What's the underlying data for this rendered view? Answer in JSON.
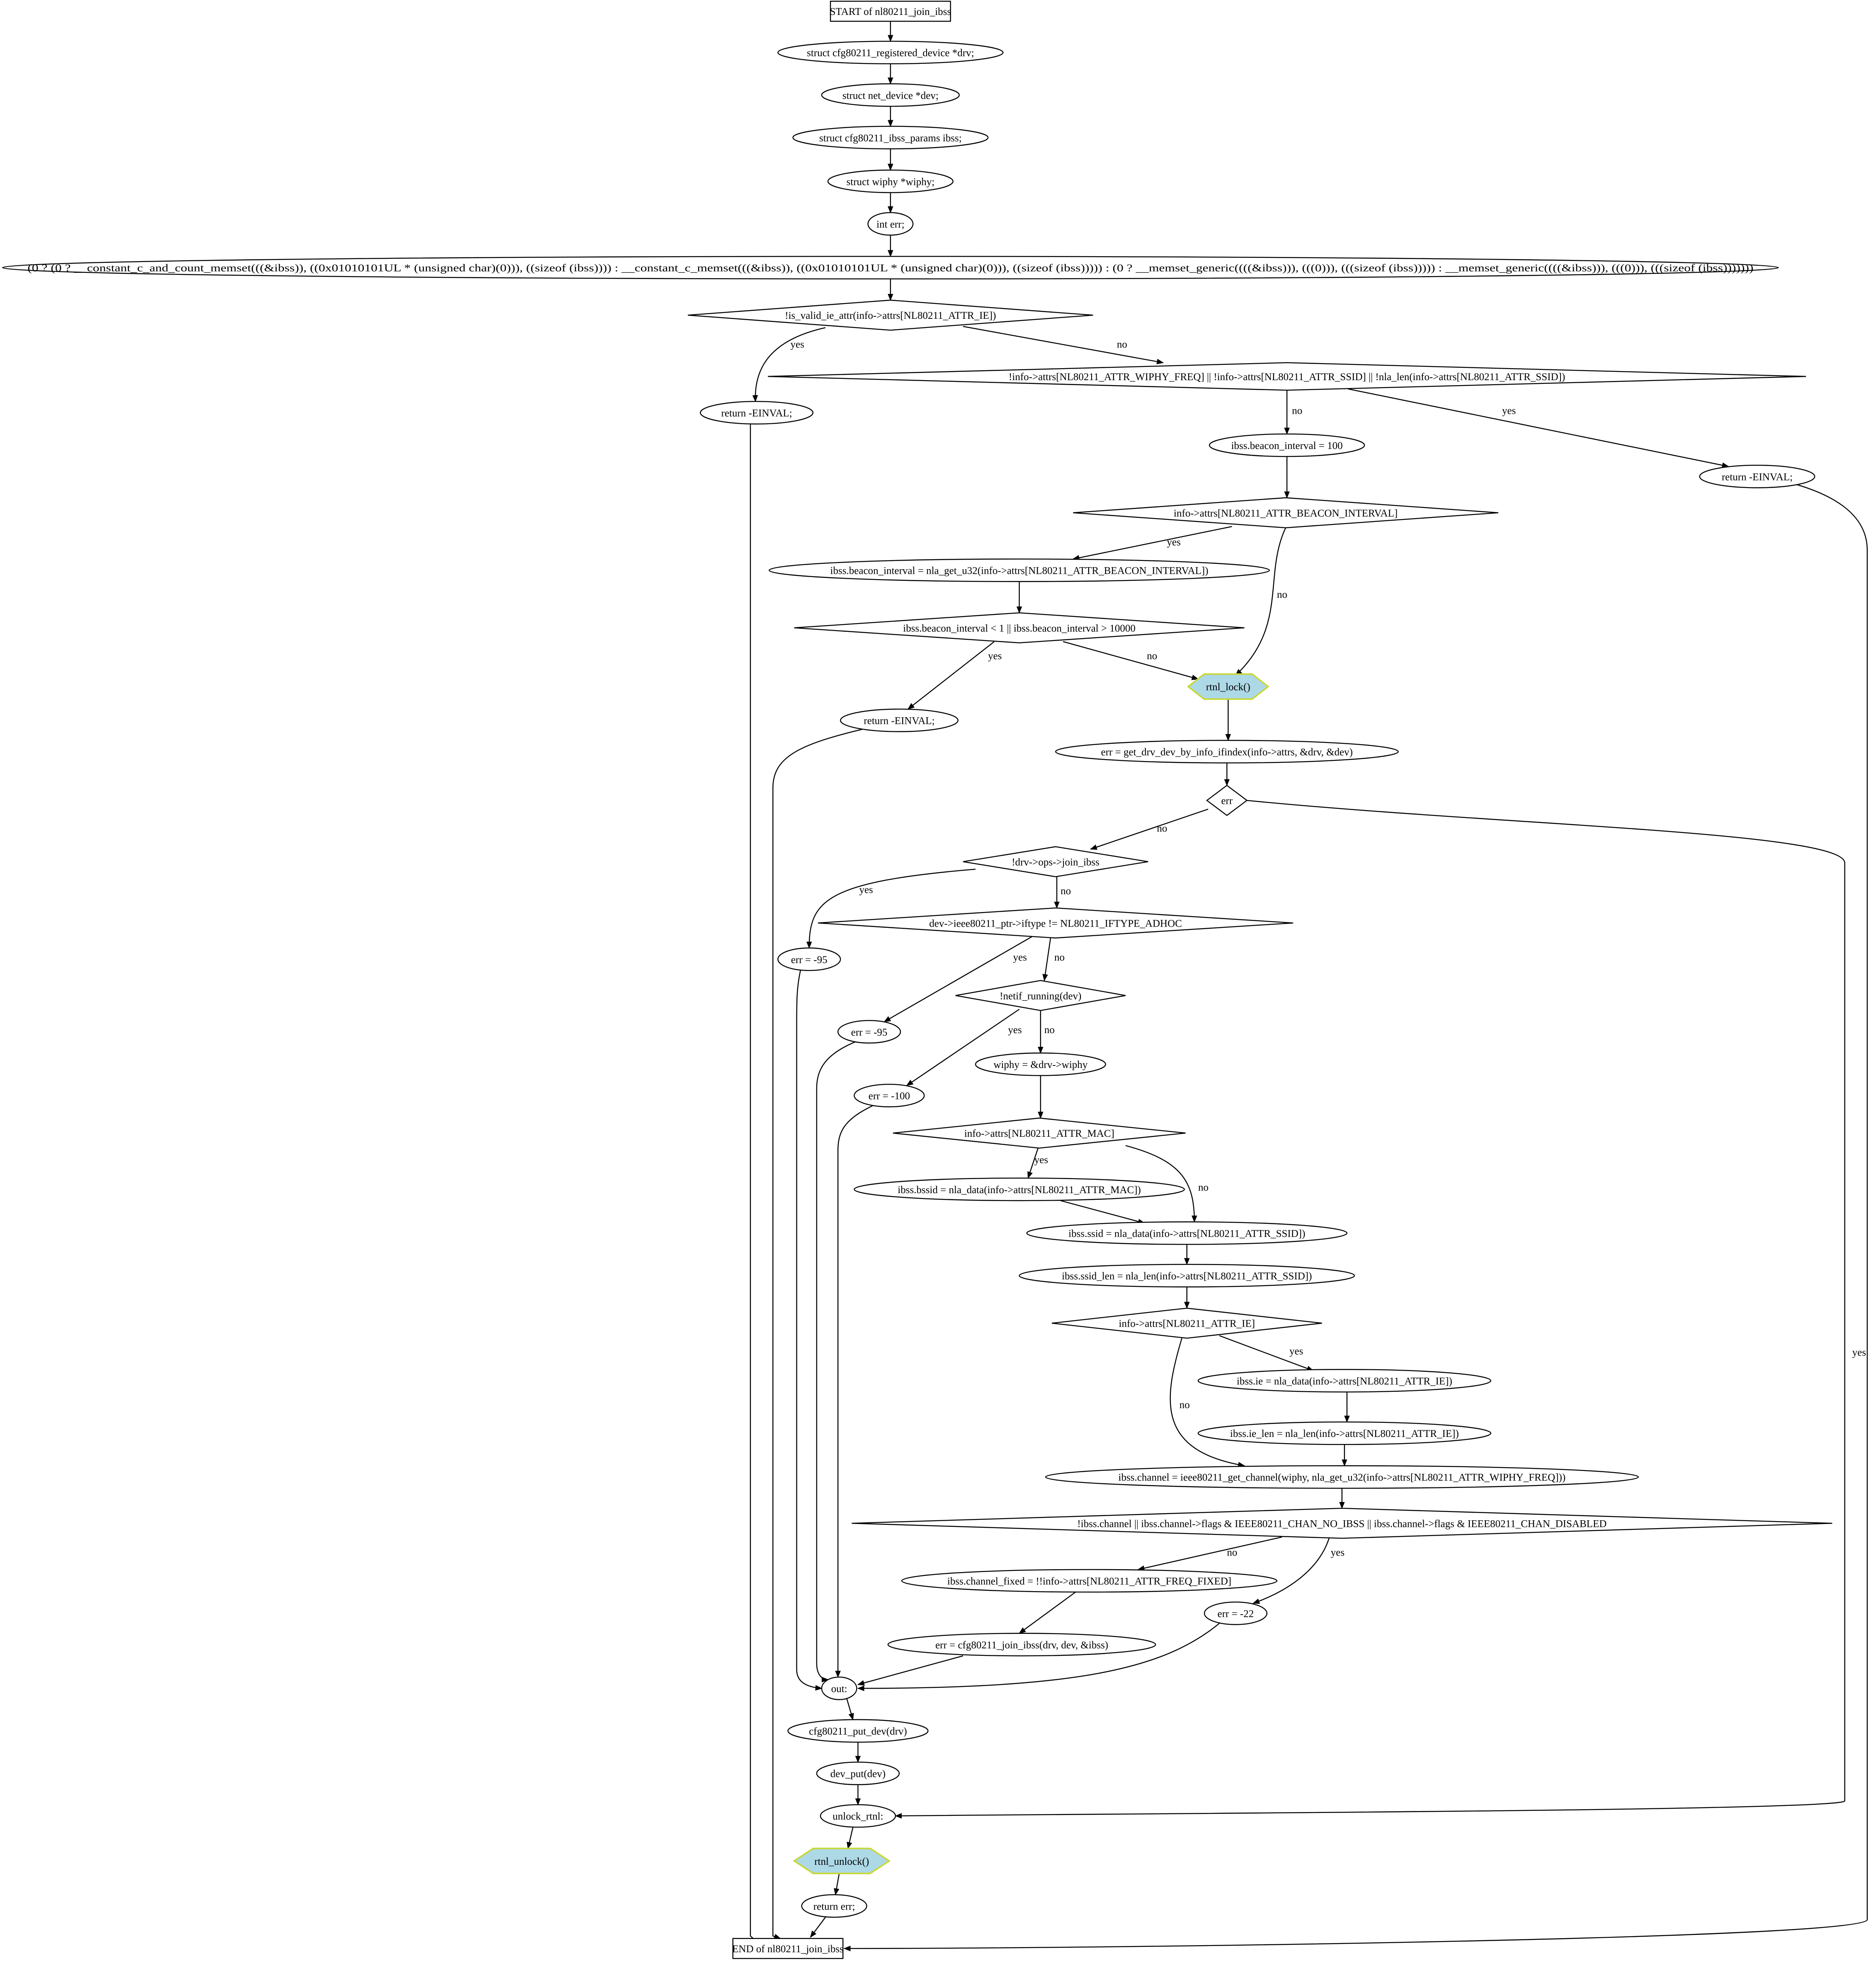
{
  "title": "nl80211_join_ibss control flow graph",
  "colors": {
    "stroke": "#000000",
    "hex_fill": "#add8e6",
    "hex_stroke": "#c8d832",
    "background": "#ffffff"
  },
  "nodes": [
    {
      "id": "start",
      "shape": "box",
      "text": "START of nl80211_join_ibss"
    },
    {
      "id": "n_drv",
      "shape": "ellipse",
      "text": "struct cfg80211_registered_device *drv;"
    },
    {
      "id": "n_dev",
      "shape": "ellipse",
      "text": "struct net_device *dev;"
    },
    {
      "id": "n_ibss",
      "shape": "ellipse",
      "text": "struct cfg80211_ibss_params ibss;"
    },
    {
      "id": "n_wiphy",
      "shape": "ellipse",
      "text": "struct wiphy *wiphy;"
    },
    {
      "id": "n_err",
      "shape": "ellipse",
      "text": "int err;"
    },
    {
      "id": "n_memset",
      "shape": "ellipse",
      "text": "(0 ? (0 ? __constant_c_and_count_memset(((&ibss)), ((0x01010101UL * (unsigned char)(0))), ((sizeof (ibss)))) : __constant_c_memset(((&ibss)), ((0x01010101UL * (unsigned char)(0))), ((sizeof (ibss))))) : (0 ? __memset_generic((((&ibss))), (((0))), (((sizeof (ibss))))) : __memset_generic((((&ibss))), (((0))), (((sizeof (ibss)))))))"
    },
    {
      "id": "d_valid_ie",
      "shape": "diamond",
      "text": "!is_valid_ie_attr(info->attrs[NL80211_ATTR_IE])"
    },
    {
      "id": "ret1",
      "shape": "ellipse",
      "text": "return -EINVAL;"
    },
    {
      "id": "d_freq_ssid",
      "shape": "diamond",
      "text": "!info->attrs[NL80211_ATTR_WIPHY_FREQ] || !info->attrs[NL80211_ATTR_SSID] || !nla_len(info->attrs[NL80211_ATTR_SSID])"
    },
    {
      "id": "n_bi100",
      "shape": "ellipse",
      "text": "ibss.beacon_interval = 100"
    },
    {
      "id": "ret2",
      "shape": "ellipse",
      "text": "return -EINVAL;"
    },
    {
      "id": "d_bi_attr",
      "shape": "diamond",
      "text": "info->attrs[NL80211_ATTR_BEACON_INTERVAL]"
    },
    {
      "id": "n_bi_get",
      "shape": "ellipse",
      "text": "ibss.beacon_interval = nla_get_u32(info->attrs[NL80211_ATTR_BEACON_INTERVAL])"
    },
    {
      "id": "d_bi_range",
      "shape": "diamond",
      "text": "ibss.beacon_interval < 1 || ibss.beacon_interval > 10000"
    },
    {
      "id": "ret3",
      "shape": "ellipse",
      "text": "return -EINVAL;"
    },
    {
      "id": "rtnl_lock",
      "shape": "hexagon",
      "text": "rtnl_lock()"
    },
    {
      "id": "n_getdrv",
      "shape": "ellipse",
      "text": "err = get_drv_dev_by_info_ifindex(info->attrs, &drv, &dev)"
    },
    {
      "id": "d_err",
      "shape": "diamond",
      "text": "err"
    },
    {
      "id": "d_join",
      "shape": "diamond",
      "text": "!drv->ops->join_ibss"
    },
    {
      "id": "e95a",
      "shape": "ellipse",
      "text": "err = -95"
    },
    {
      "id": "d_iftype",
      "shape": "diamond",
      "text": "dev->ieee80211_ptr->iftype != NL80211_IFTYPE_ADHOC"
    },
    {
      "id": "e95b",
      "shape": "ellipse",
      "text": "err = -95"
    },
    {
      "id": "d_running",
      "shape": "diamond",
      "text": "!netif_running(dev)"
    },
    {
      "id": "e100",
      "shape": "ellipse",
      "text": "err = -100"
    },
    {
      "id": "n_wiphy_set",
      "shape": "ellipse",
      "text": "wiphy = &drv->wiphy"
    },
    {
      "id": "d_mac",
      "shape": "diamond",
      "text": "info->attrs[NL80211_ATTR_MAC]"
    },
    {
      "id": "n_bssid",
      "shape": "ellipse",
      "text": "ibss.bssid = nla_data(info->attrs[NL80211_ATTR_MAC])"
    },
    {
      "id": "n_ssid",
      "shape": "ellipse",
      "text": "ibss.ssid = nla_data(info->attrs[NL80211_ATTR_SSID])"
    },
    {
      "id": "n_ssidlen",
      "shape": "ellipse",
      "text": "ibss.ssid_len = nla_len(info->attrs[NL80211_ATTR_SSID])"
    },
    {
      "id": "d_ie",
      "shape": "diamond",
      "text": "info->attrs[NL80211_ATTR_IE]"
    },
    {
      "id": "n_ie",
      "shape": "ellipse",
      "text": "ibss.ie = nla_data(info->attrs[NL80211_ATTR_IE])"
    },
    {
      "id": "n_ielen",
      "shape": "ellipse",
      "text": "ibss.ie_len = nla_len(info->attrs[NL80211_ATTR_IE])"
    },
    {
      "id": "n_channel",
      "shape": "ellipse",
      "text": "ibss.channel = ieee80211_get_channel(wiphy, nla_get_u32(info->attrs[NL80211_ATTR_WIPHY_FREQ]))"
    },
    {
      "id": "d_channel",
      "shape": "diamond",
      "text": "!ibss.channel || ibss.channel->flags & IEEE80211_CHAN_NO_IBSS || ibss.channel->flags & IEEE80211_CHAN_DISABLED"
    },
    {
      "id": "n_fixed",
      "shape": "ellipse",
      "text": "ibss.channel_fixed = !!info->attrs[NL80211_ATTR_FREQ_FIXED]"
    },
    {
      "id": "e22",
      "shape": "ellipse",
      "text": "err = -22"
    },
    {
      "id": "n_join",
      "shape": "ellipse",
      "text": "err = cfg80211_join_ibss(drv, dev, &ibss)"
    },
    {
      "id": "out",
      "shape": "ellipse",
      "text": "out:"
    },
    {
      "id": "n_putdev",
      "shape": "ellipse",
      "text": "cfg80211_put_dev(drv)"
    },
    {
      "id": "n_devput",
      "shape": "ellipse",
      "text": "dev_put(dev)"
    },
    {
      "id": "unlock",
      "shape": "ellipse",
      "text": "unlock_rtnl:"
    },
    {
      "id": "rtnl_unlock",
      "shape": "hexagon",
      "text": "rtnl_unlock()"
    },
    {
      "id": "ret_err",
      "shape": "ellipse",
      "text": "return err;"
    },
    {
      "id": "end",
      "shape": "box",
      "text": "END of nl80211_join_ibss"
    }
  ],
  "edges": [
    {
      "from": "start",
      "to": "n_drv",
      "label": ""
    },
    {
      "from": "n_drv",
      "to": "n_dev",
      "label": ""
    },
    {
      "from": "n_dev",
      "to": "n_ibss",
      "label": ""
    },
    {
      "from": "n_ibss",
      "to": "n_wiphy",
      "label": ""
    },
    {
      "from": "n_wiphy",
      "to": "n_err",
      "label": ""
    },
    {
      "from": "n_err",
      "to": "n_memset",
      "label": ""
    },
    {
      "from": "n_memset",
      "to": "d_valid_ie",
      "label": ""
    },
    {
      "from": "d_valid_ie",
      "to": "ret1",
      "label": "yes"
    },
    {
      "from": "d_valid_ie",
      "to": "d_freq_ssid",
      "label": "no"
    },
    {
      "from": "d_freq_ssid",
      "to": "n_bi100",
      "label": "no"
    },
    {
      "from": "d_freq_ssid",
      "to": "ret2",
      "label": "yes"
    },
    {
      "from": "n_bi100",
      "to": "d_bi_attr",
      "label": ""
    },
    {
      "from": "d_bi_attr",
      "to": "n_bi_get",
      "label": "yes"
    },
    {
      "from": "d_bi_attr",
      "to": "rtnl_lock",
      "label": "no"
    },
    {
      "from": "n_bi_get",
      "to": "d_bi_range",
      "label": ""
    },
    {
      "from": "d_bi_range",
      "to": "ret3",
      "label": "yes"
    },
    {
      "from": "d_bi_range",
      "to": "rtnl_lock",
      "label": "no"
    },
    {
      "from": "ret1",
      "to": "end",
      "label": ""
    },
    {
      "from": "ret2",
      "to": "end",
      "label": ""
    },
    {
      "from": "ret3",
      "to": "end",
      "label": ""
    },
    {
      "from": "rtnl_lock",
      "to": "n_getdrv",
      "label": ""
    },
    {
      "from": "n_getdrv",
      "to": "d_err",
      "label": ""
    },
    {
      "from": "d_err",
      "to": "d_join",
      "label": "no"
    },
    {
      "from": "d_err",
      "to": "unlock",
      "label": "yes"
    },
    {
      "from": "d_join",
      "to": "e95a",
      "label": "yes"
    },
    {
      "from": "d_join",
      "to": "d_iftype",
      "label": "no"
    },
    {
      "from": "e95a",
      "to": "out",
      "label": ""
    },
    {
      "from": "d_iftype",
      "to": "e95b",
      "label": "yes"
    },
    {
      "from": "d_iftype",
      "to": "d_running",
      "label": "no"
    },
    {
      "from": "e95b",
      "to": "out",
      "label": ""
    },
    {
      "from": "d_running",
      "to": "e100",
      "label": "yes"
    },
    {
      "from": "d_running",
      "to": "n_wiphy_set",
      "label": "no"
    },
    {
      "from": "e100",
      "to": "out",
      "label": ""
    },
    {
      "from": "n_wiphy_set",
      "to": "d_mac",
      "label": ""
    },
    {
      "from": "d_mac",
      "to": "n_bssid",
      "label": "yes"
    },
    {
      "from": "d_mac",
      "to": "n_ssid",
      "label": "no"
    },
    {
      "from": "n_bssid",
      "to": "n_ssid",
      "label": ""
    },
    {
      "from": "n_ssid",
      "to": "n_ssidlen",
      "label": ""
    },
    {
      "from": "n_ssidlen",
      "to": "d_ie",
      "label": ""
    },
    {
      "from": "d_ie",
      "to": "n_ie",
      "label": "yes"
    },
    {
      "from": "d_ie",
      "to": "n_channel",
      "label": "no"
    },
    {
      "from": "n_ie",
      "to": "n_ielen",
      "label": ""
    },
    {
      "from": "n_ielen",
      "to": "n_channel",
      "label": ""
    },
    {
      "from": "n_channel",
      "to": "d_channel",
      "label": ""
    },
    {
      "from": "d_channel",
      "to": "n_fixed",
      "label": "no"
    },
    {
      "from": "d_channel",
      "to": "e22",
      "label": "yes"
    },
    {
      "from": "n_fixed",
      "to": "n_join",
      "label": ""
    },
    {
      "from": "e22",
      "to": "out",
      "label": ""
    },
    {
      "from": "n_join",
      "to": "out",
      "label": ""
    },
    {
      "from": "out",
      "to": "n_putdev",
      "label": ""
    },
    {
      "from": "n_putdev",
      "to": "n_devput",
      "label": ""
    },
    {
      "from": "n_devput",
      "to": "unlock",
      "label": ""
    },
    {
      "from": "unlock",
      "to": "rtnl_unlock",
      "label": ""
    },
    {
      "from": "rtnl_unlock",
      "to": "ret_err",
      "label": ""
    },
    {
      "from": "ret_err",
      "to": "end",
      "label": ""
    }
  ]
}
